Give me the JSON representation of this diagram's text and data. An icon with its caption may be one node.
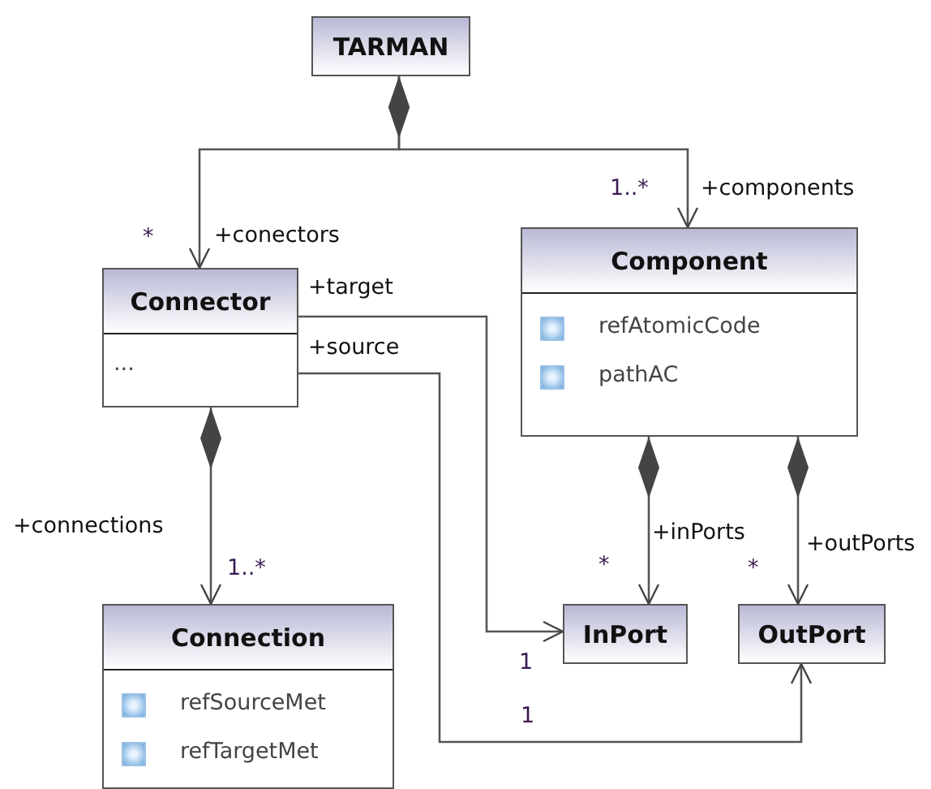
{
  "diagram": {
    "nodes": [
      {
        "text": [
          "TARMAN"
        ]
      },
      {
        "text": [
          "Connector",
          "..."
        ]
      },
      {
        "text": [
          "Component",
          "refAtomicCode",
          "pathAC"
        ]
      },
      {
        "text": [
          "Connection",
          "refSourceMet",
          "refTargetMet"
        ]
      },
      {
        "text": [
          "InPort"
        ]
      },
      {
        "text": [
          "OutPort"
        ]
      }
    ],
    "edges": [
      {
        "from": 0,
        "to": 1,
        "arrow": "to",
        "label": "+conectors"
      },
      {
        "from": 0,
        "to": 2,
        "arrow": "to",
        "label": "+components"
      },
      {
        "from": 1,
        "to": 4,
        "arrow": "to",
        "label": "+target"
      },
      {
        "from": 1,
        "to": 5,
        "arrow": "to",
        "label": "+source"
      },
      {
        "from": 1,
        "to": 3,
        "arrow": "to",
        "label": "+connections"
      },
      {
        "from": 2,
        "to": 4,
        "arrow": "to",
        "label": "+inPorts"
      },
      {
        "from": 2,
        "to": 5,
        "arrow": "to",
        "label": "+outPorts"
      }
    ],
    "labels": [
      "1..*",
      "*",
      "1..*",
      "*",
      "*",
      "1",
      "1"
    ]
  }
}
